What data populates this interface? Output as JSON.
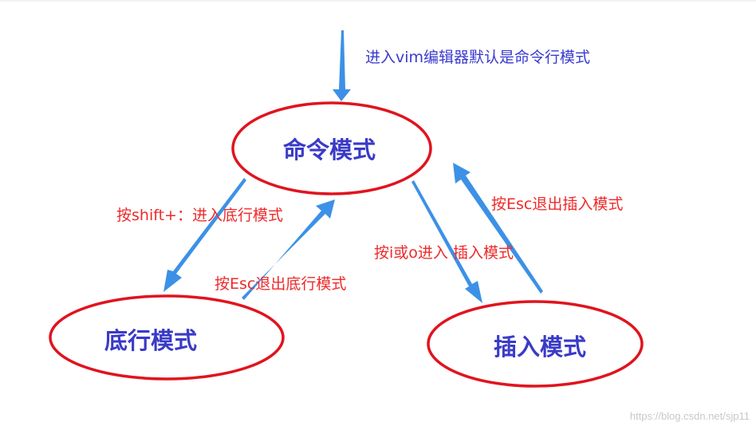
{
  "intro_label": "进入vim编辑器默认是命令行模式",
  "nodes": {
    "command": "命令模式",
    "lastline": "底行模式",
    "insert": "插入模式"
  },
  "edges": {
    "to_lastline": "按shift+：进入底行模式",
    "exit_lastline": "按Esc退出底行模式",
    "to_insert": "按i或o进入 插入模式",
    "exit_insert": "按Esc退出插入模式"
  },
  "watermark": "https://blog.csdn.net/sjp11",
  "colors": {
    "ellipse_stroke": "#e0141e",
    "node_text": "#3a3ac8",
    "edge_text": "#ee2a2a",
    "intro_text": "#3a3ad0",
    "arrow": "#3c91e6"
  }
}
